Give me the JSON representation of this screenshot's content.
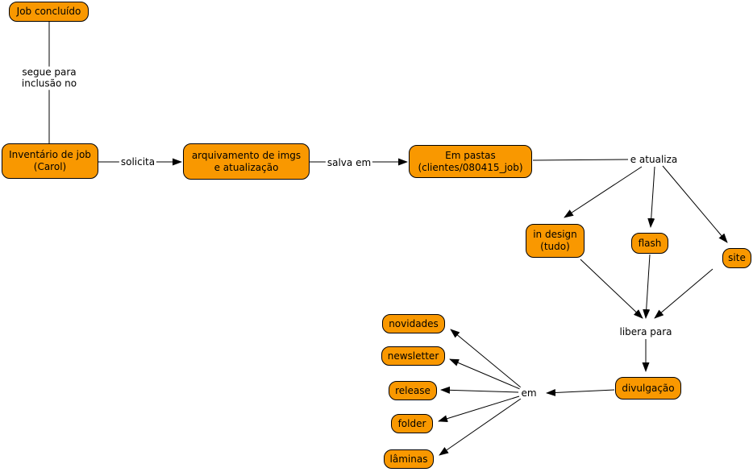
{
  "diagram": {
    "type": "concept-map",
    "colors": {
      "background": "#FFFFFF",
      "node_fill": "#F99800",
      "node_border": "#000000",
      "text": "#000000",
      "line": "#000000"
    },
    "nodes": {
      "job_concluido": "Job concluído",
      "inventario": "Inventário de job\n(Carol)",
      "arquivamento": "arquivamento de imgs\ne atualização",
      "em_pastas": "Em pastas\n(clientes/080415_job)",
      "in_design": "in design\n(tudo)",
      "flash": "flash",
      "site": "site",
      "novidades": "novidades",
      "newsletter": "newsletter",
      "release": "release",
      "folder": "folder",
      "laminas": "lâminas",
      "divulgacao": "divulgação"
    },
    "edge_labels": {
      "segue_para": "segue para\ninclusão no",
      "solicita": "solicita",
      "salva_em": "salva em",
      "e_atualiza": "e atualiza",
      "libera_para": "libera para",
      "em": "em"
    }
  }
}
